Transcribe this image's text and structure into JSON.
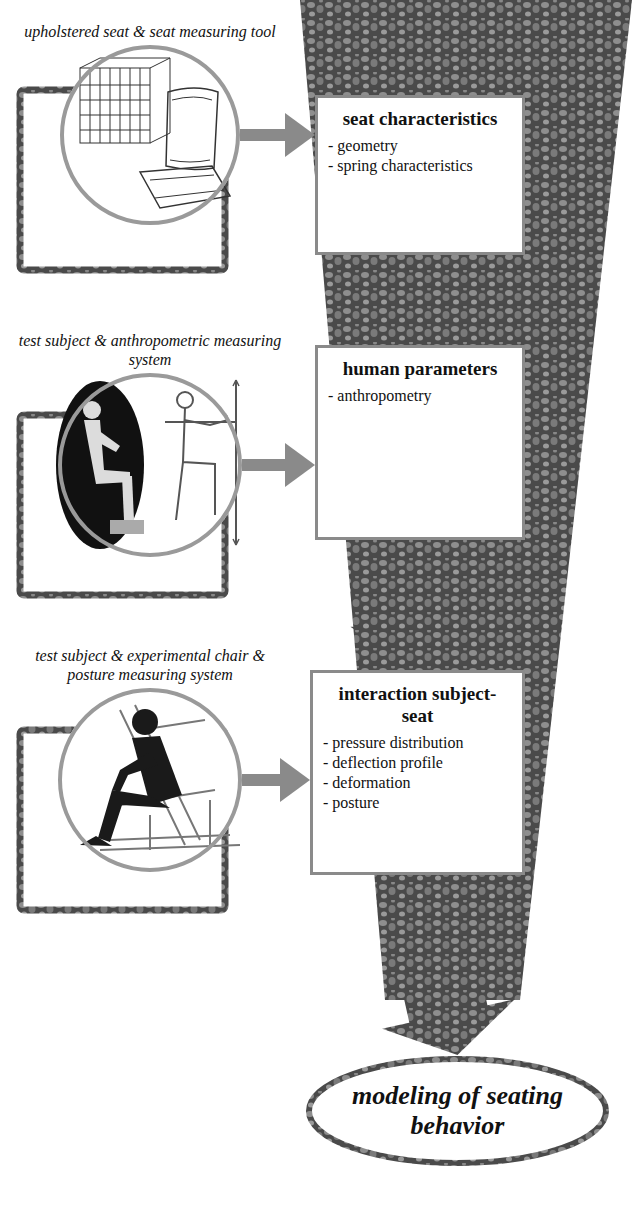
{
  "diagram": {
    "nodes": [
      {
        "text": [
          "upholstered seat & seat measuring tool"
        ]
      },
      {
        "text": [
          "seat characteristics",
          "- geometry",
          "- spring characteristics"
        ]
      },
      {
        "text": [
          "test subject & anthropometric measuring system"
        ]
      },
      {
        "text": [
          "human parameters",
          "- anthropometry"
        ]
      },
      {
        "text": [
          "test subject & experimental chair & posture measuring system"
        ]
      },
      {
        "text": [
          "interaction subject-seat",
          "- pressure distribution",
          "- deflection profile",
          "- deformation",
          "- posture"
        ]
      },
      {
        "text": [
          "modeling of seating behavior"
        ]
      }
    ],
    "edges": [
      {
        "from": 0,
        "to": 1,
        "arrow": "to"
      },
      {
        "from": 1,
        "to": 3,
        "arrow": "to"
      },
      {
        "from": 2,
        "to": 3,
        "arrow": "to"
      },
      {
        "from": 3,
        "to": 5,
        "arrow": "to"
      },
      {
        "from": 4,
        "to": 5,
        "arrow": "to"
      },
      {
        "from": 5,
        "to": 6,
        "arrow": "to"
      }
    ]
  }
}
